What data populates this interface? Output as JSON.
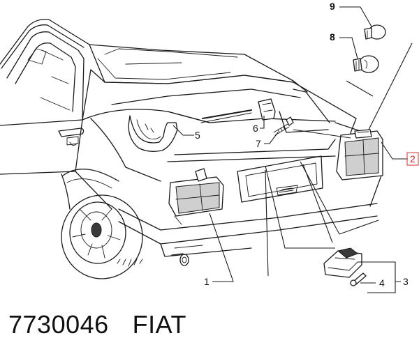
{
  "diagram": {
    "callouts": {
      "c1": "1",
      "c2": "2",
      "c3": "3",
      "c4": "4",
      "c5": "5",
      "c6": "6",
      "c7": "7",
      "c8": "8",
      "c9": "9"
    },
    "highlight_color": "#c0282d",
    "line_color": "#1a1a1a"
  },
  "caption": {
    "part_number": "7730046",
    "brand": "FIAT"
  }
}
